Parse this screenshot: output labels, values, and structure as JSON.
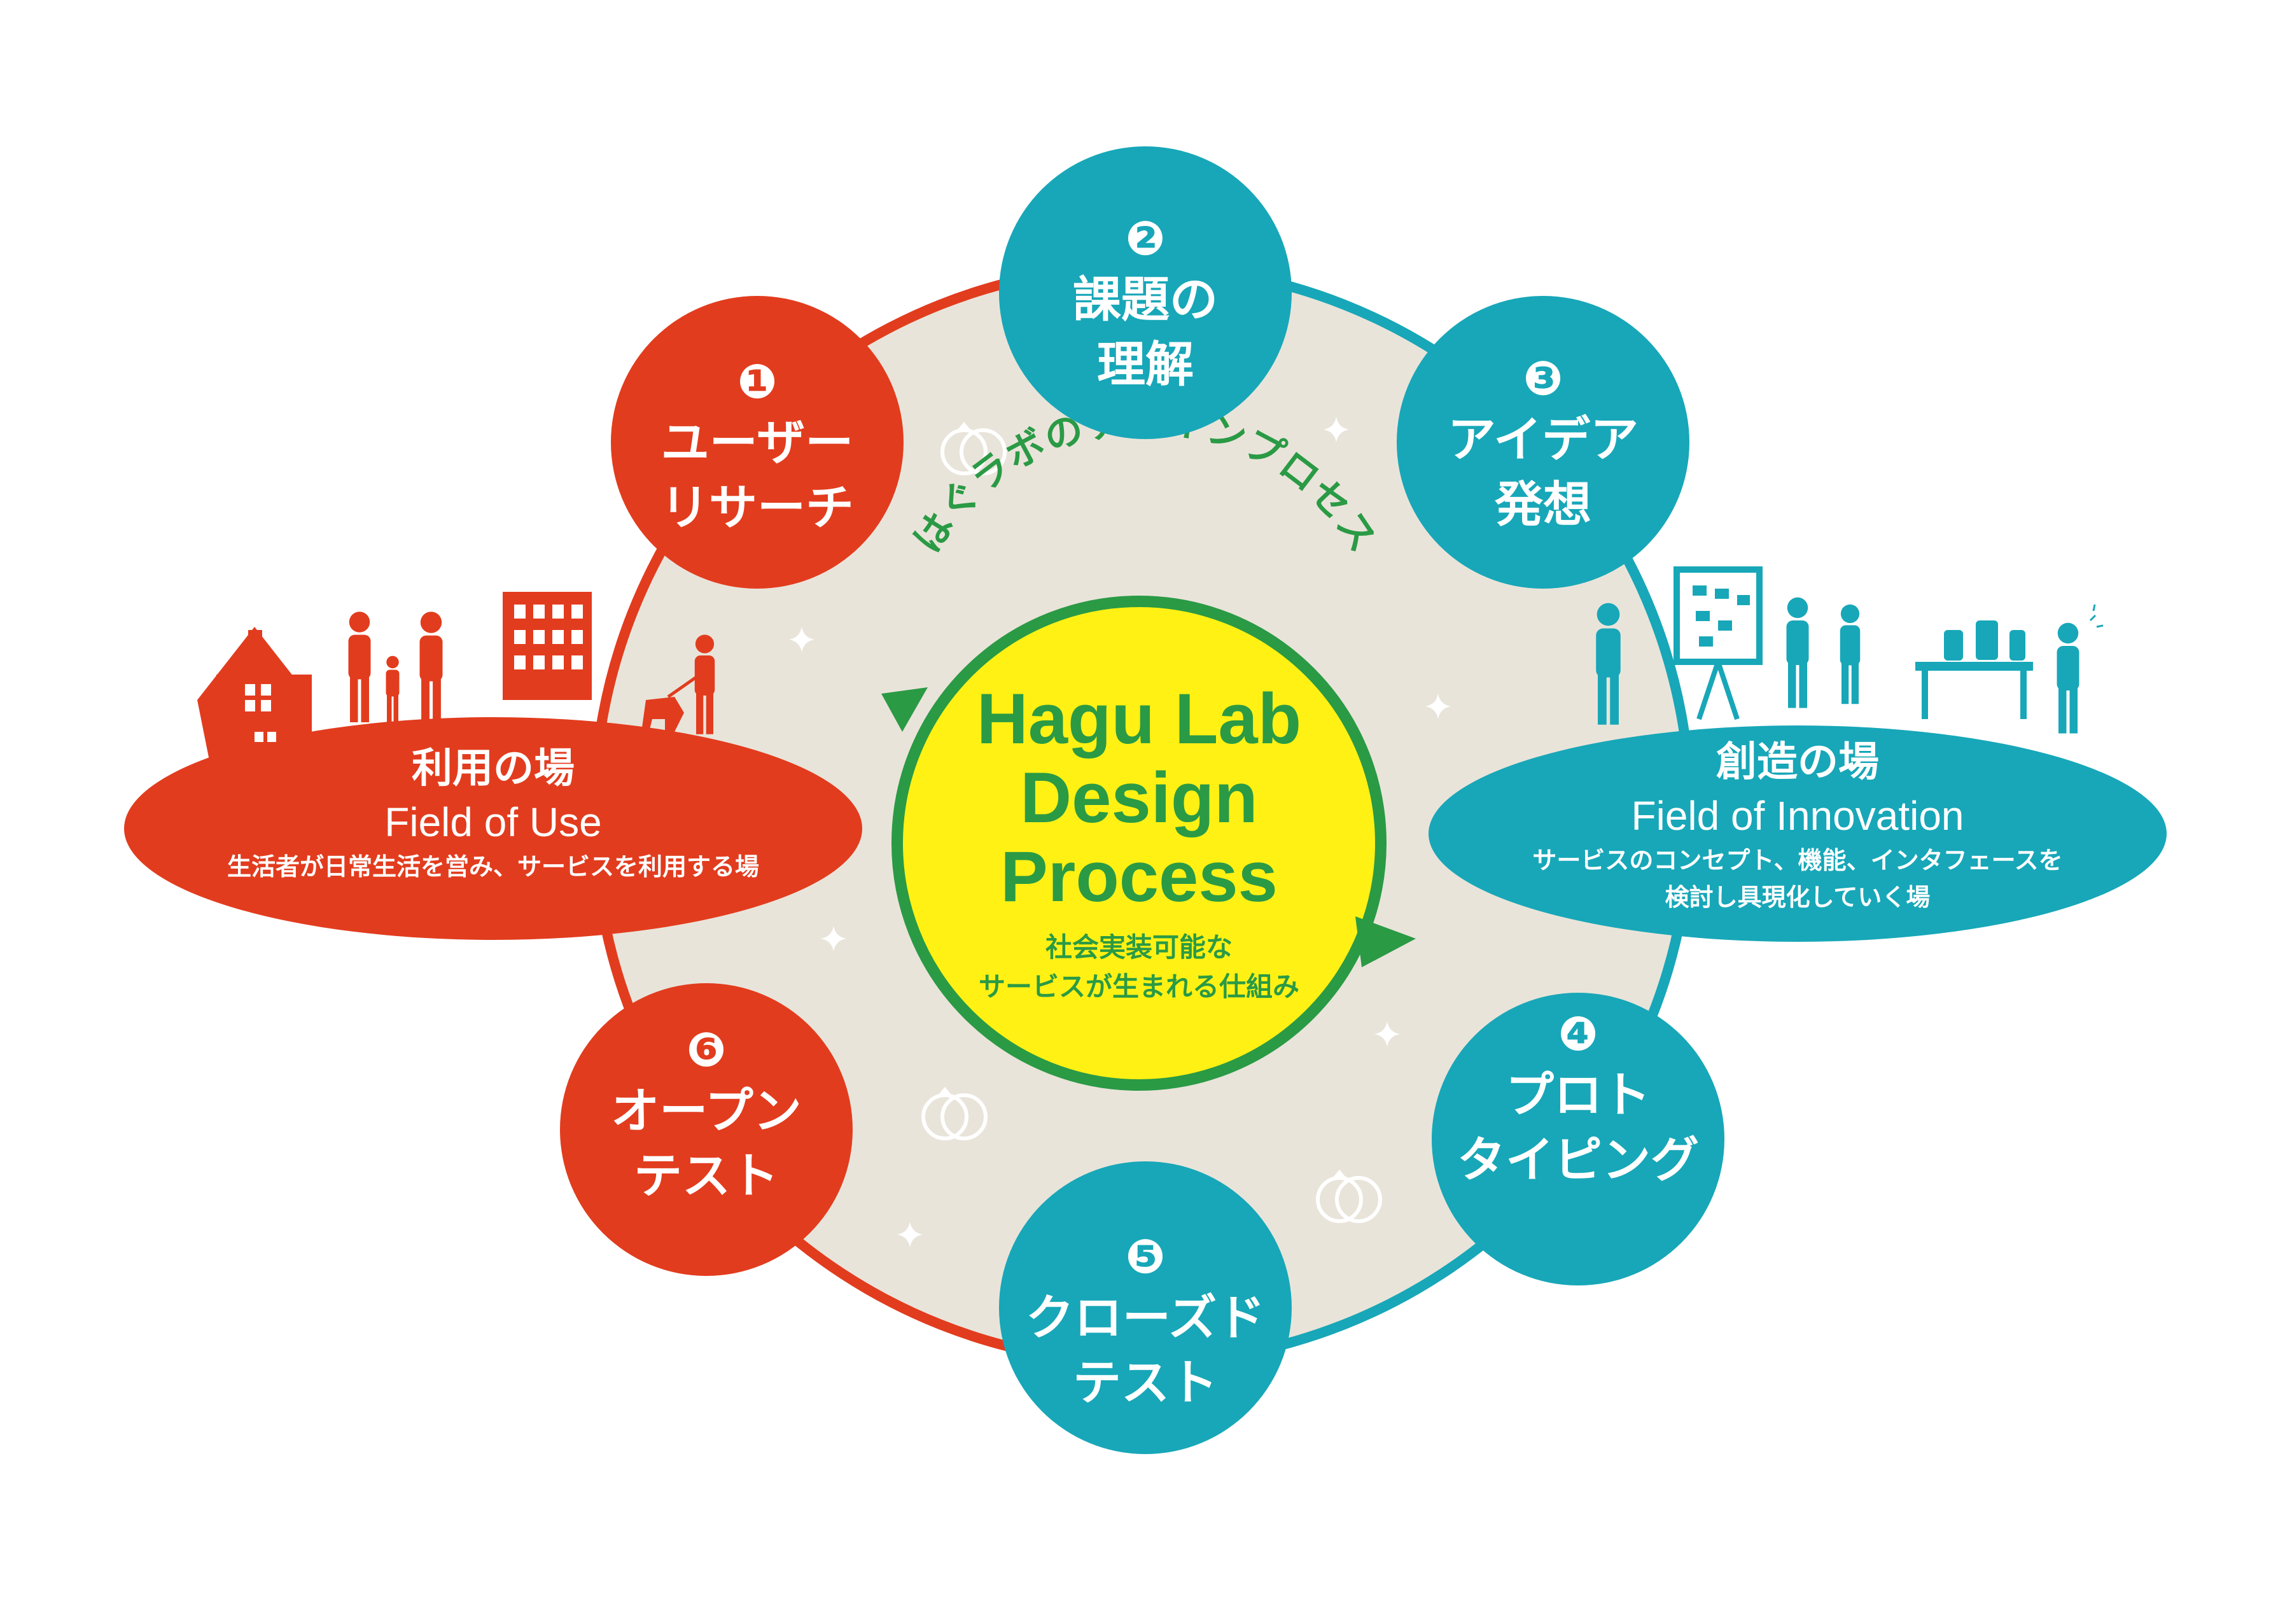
{
  "colors": {
    "red": "#e23c1e",
    "teal": "#17a7b8",
    "ring_bg": "#e9e4da",
    "center_yellow": "#fff114",
    "green": "#2a9a45",
    "white": "#ffffff"
  },
  "arc_title": "はぐラボのデザインプロセス",
  "center": {
    "title_lines": [
      "Hagu Lab",
      "Design",
      "Process"
    ],
    "sub_lines": [
      "社会実装可能な",
      "サービスが生まれる仕組み"
    ]
  },
  "steps": [
    {
      "num": "❶",
      "lines": [
        "ユーザー",
        "リサーチ"
      ],
      "color": "#e23c1e"
    },
    {
      "num": "❷",
      "lines": [
        "課題の",
        "理解"
      ],
      "color": "#17a7b8"
    },
    {
      "num": "❸",
      "lines": [
        "アイデア",
        "発想"
      ],
      "color": "#17a7b8"
    },
    {
      "num": "❹",
      "lines": [
        "プロト",
        "タイピング"
      ],
      "color": "#17a7b8"
    },
    {
      "num": "❺",
      "lines": [
        "クローズド",
        "テスト"
      ],
      "color": "#17a7b8"
    },
    {
      "num": "❻",
      "lines": [
        "オープン",
        "テスト"
      ],
      "color": "#e23c1e"
    }
  ],
  "fields": {
    "use": {
      "title": "利用の場",
      "en": "Field of Use",
      "desc_lines": [
        "生活者が日常生活を営み、サービスを利用する場"
      ]
    },
    "innovation": {
      "title": "創造の場",
      "en": "Field of Innovation",
      "desc_lines": [
        "サービスのコンセプト、機能、インタフェースを",
        "検討し具現化していく場"
      ]
    }
  },
  "icons": [
    "house-icon",
    "family-icon",
    "building-icon",
    "dog-walker-icon",
    "presenter-icon",
    "whiteboard-icon",
    "team-icon",
    "prototype-table-icon",
    "idea-person-icon",
    "rings-icon",
    "sparkle-icon"
  ]
}
